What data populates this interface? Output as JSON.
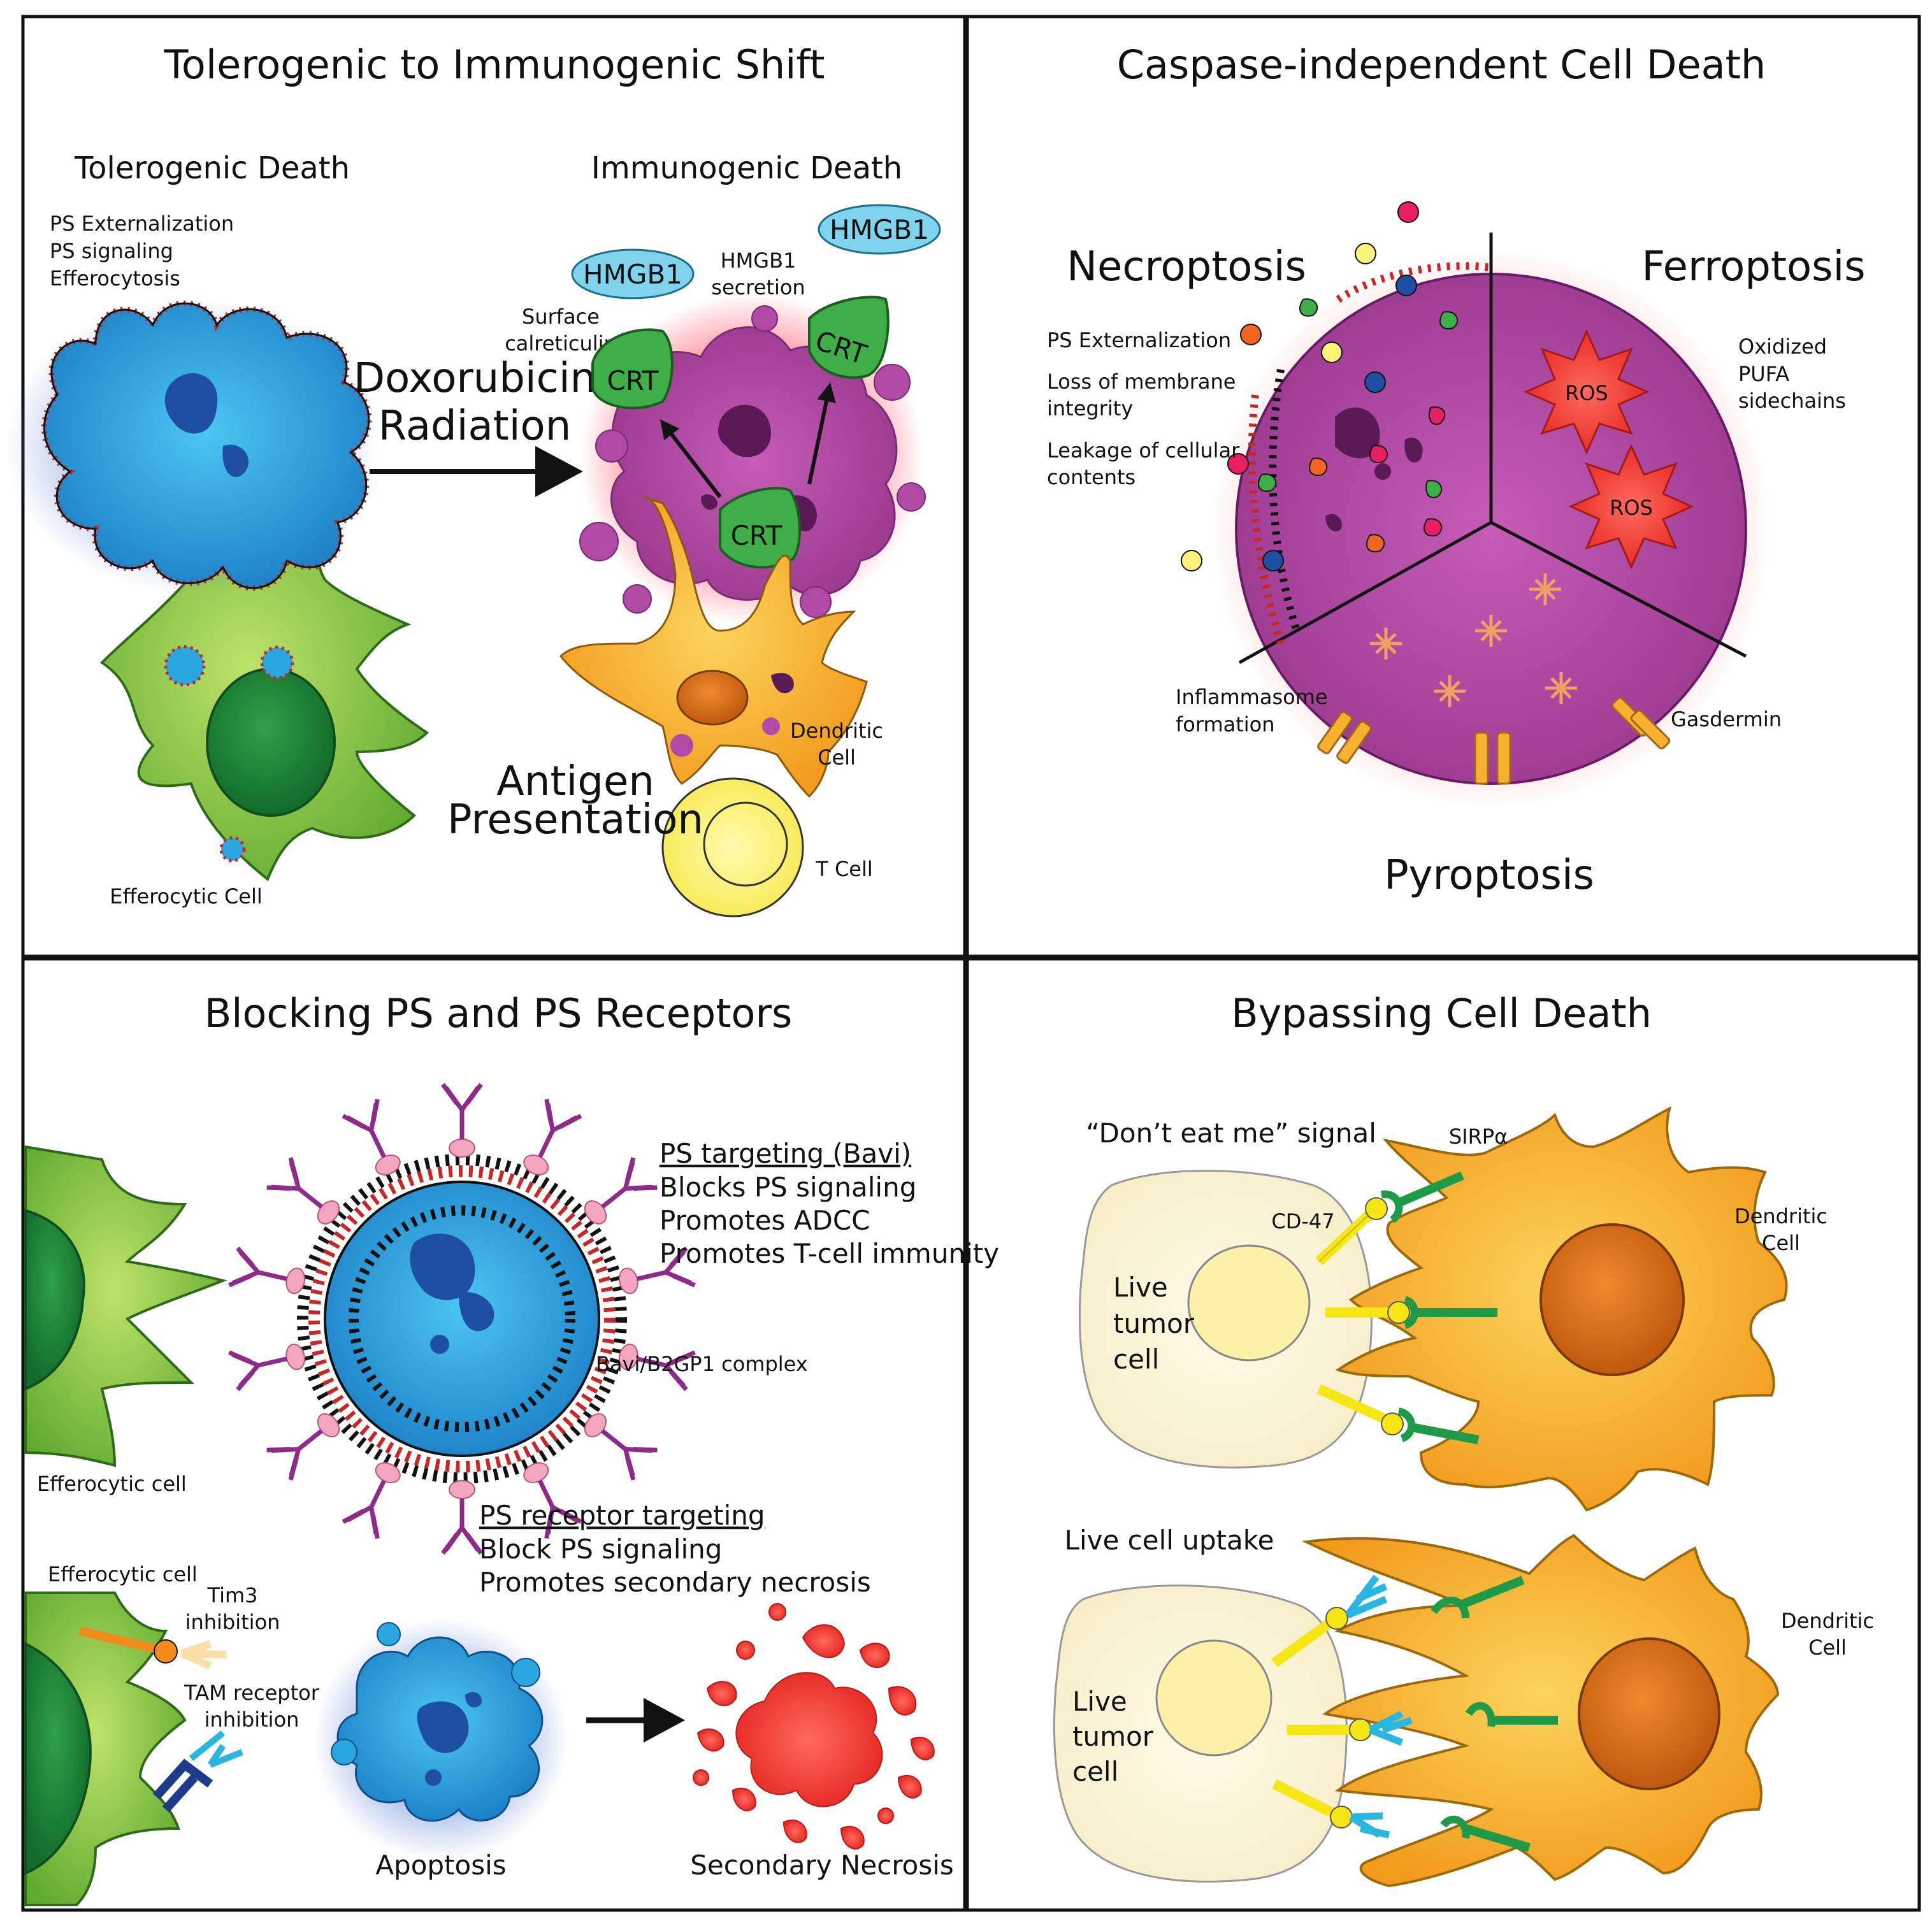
{
  "panels": {
    "tl": {
      "title": "Tolerogenic to Immunogenic Shift",
      "tolerogenic_death": "Tolerogenic Death",
      "immunogenic_death": "Immunogenic Death",
      "ps_list": [
        "PS Externalization",
        "PS signaling",
        "Efferocytosis"
      ],
      "hmgb1": "HMGB1",
      "hmgb1_secretion": [
        "HMGB1",
        "secretion"
      ],
      "surface_calreticulin": [
        "Surface",
        "calreticulin"
      ],
      "crt": "CRT",
      "treatment": [
        "Doxorubicin",
        "Radiation"
      ],
      "antigen_presentation": [
        "Antigen",
        "Presentation"
      ],
      "dendritic_cell": [
        "Dendritic",
        "Cell"
      ],
      "t_cell": "T Cell",
      "efferocytic_cell": "Efferocytic Cell"
    },
    "tr": {
      "title": "Caspase-independent Cell Death",
      "necroptosis": "Necroptosis",
      "ferroptosis": "Ferroptosis",
      "pyroptosis": "Pyroptosis",
      "necro_features": [
        "PS Externalization",
        "Loss of membrane",
        "integrity",
        "Leakage of cellular",
        "contents"
      ],
      "ferro_features": [
        "Oxidized",
        "PUFA",
        "sidechains"
      ],
      "ros": "ROS",
      "inflammasome": [
        "Inflammasome",
        "formation"
      ],
      "gasdermin": "Gasdermin"
    },
    "bl": {
      "title": "Blocking PS and PS Receptors",
      "ps_targeting_heading": "PS targeting (Bavi)",
      "ps_targeting_items": [
        "Blocks PS signaling",
        "Promotes ADCC",
        "Promotes T-cell immunity"
      ],
      "bavi_complex": "Bavi/B2GP1 complex",
      "efferocytic_cell_top": "Efferocytic cell",
      "efferocytic_cell_bottom": "Efferocytic cell",
      "tim3": [
        "Tim3",
        "inhibition"
      ],
      "tam": [
        "TAM receptor",
        "inhibition"
      ],
      "receptor_heading": "PS receptor targeting",
      "receptor_items": [
        "Block PS signaling",
        "Promotes secondary necrosis"
      ],
      "apoptosis": "Apoptosis",
      "secondary_necrosis": "Secondary Necrosis"
    },
    "br": {
      "title": "Bypassing Cell Death",
      "dont_eat_me": "“Don’t eat me” signal",
      "sirpa": "SIRPα",
      "cd47": "CD-47",
      "live_tumor_cell": [
        "Live",
        "tumor",
        "cell"
      ],
      "dendritic_cell": [
        "Dendritic",
        "Cell"
      ],
      "live_cell_uptake": "Live cell uptake"
    }
  },
  "colors": {
    "apoptotic_blue": "#29a8e0",
    "efferocyte_green": "#7cc242",
    "nucleus_green": "#1f8a3a",
    "necrotic_purple": "#a6449a",
    "crt_green": "#3fae49",
    "dendritic_orange": "#f7b12f",
    "tcell_yellow": "#fff27a",
    "hmgb1_cyan": "#7fd3ec",
    "ros_red": "#ee2a24",
    "receptor_green": "#1e9a48",
    "cd47_yellow": "#f5e614",
    "bavi_purple": "#8e2a8a"
  }
}
